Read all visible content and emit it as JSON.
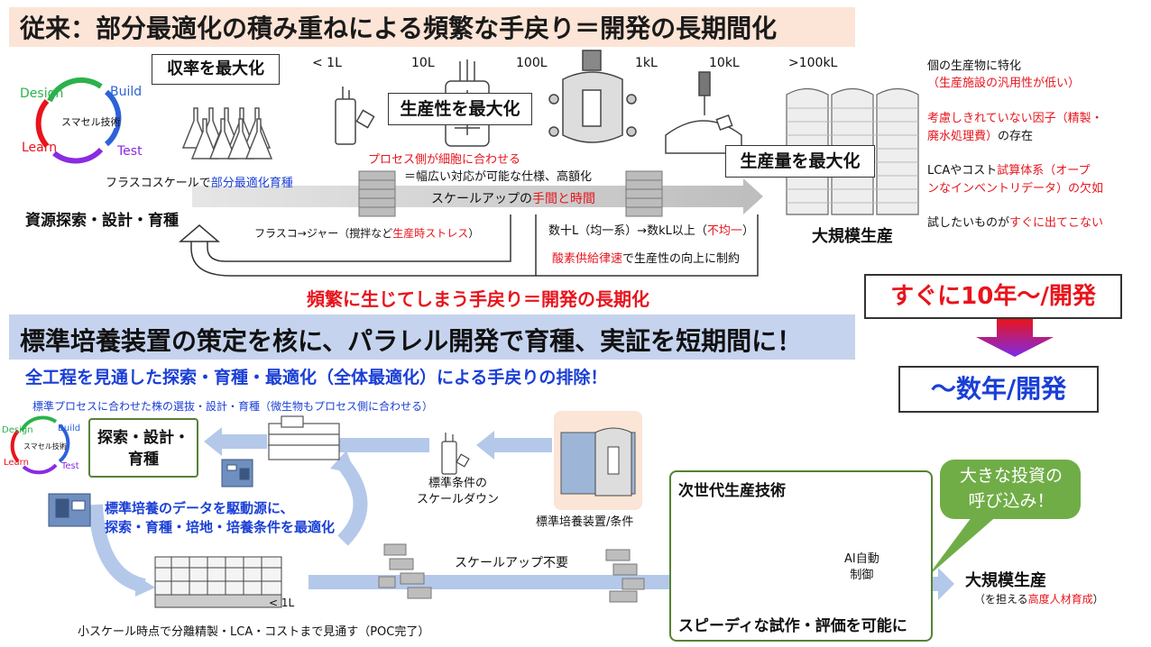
{
  "top": {
    "title": "従来：部分最適化の積み重ねによる頻繁な手戻り＝開発の長期間化",
    "dbtl": {
      "design": "Design",
      "build": "Build",
      "test": "Test",
      "learn": "Learn",
      "center": "スマセル技術"
    },
    "yield_box": "収率を最大化",
    "productivity_box": "生産性を最大化",
    "volume_box": "生産量を最大化",
    "scales": [
      "< 1L",
      "10L",
      "100L",
      "1kL",
      "10kL",
      ">100kL"
    ],
    "flask_label_a": "フラスコスケールで",
    "flask_label_b": "部分最適化育種",
    "resource_label": "資源探索・設計・育種",
    "process_red": "プロセス側が細胞に合わせる",
    "process_black": "＝幅広い対応が可能な仕様、高額化",
    "scaleup_a": "スケールアップの",
    "scaleup_b": "手間と時間",
    "flask_jar_a": "フラスコ→ジャー（撹拌など",
    "flask_jar_b": "生産時ストレス",
    "flask_jar_c": "）",
    "dozens_a": "数十L（均一系）→数kL以上（",
    "dozens_b": "不均一",
    "dozens_c": "）",
    "oxygen_a": "酸素供給律速",
    "oxygen_b": "で生産性の向上に制約",
    "big_production": "大規模生産",
    "frequent": "頻繁に生じてしまう手戻り＝開発の長期化",
    "notes": [
      {
        "a": "個の生産物に特化",
        "b": "（生産施設の汎用性が低い）"
      },
      {
        "a": "考慮しきれていない因子（精製・",
        "b": "廃水処理費）",
        "c": "の存在"
      },
      {
        "a": "LCAやコスト",
        "b": "試算体系（オープ",
        "c": "ンなインベントリデータ）の欠如"
      },
      {
        "a": "試したいものが",
        "b": "すぐに出てこない"
      }
    ]
  },
  "right": {
    "before": "すぐに10年〜/開発",
    "after": "〜数年/開発"
  },
  "bottom": {
    "title": "標準培養装置の策定を核に、パラレル開発で育種、実証を短期間に！",
    "subtitle": "全工程を見通した探索・育種・最適化（全体最適化）による手戻りの排除！",
    "strain_note": "標準プロセスに合わせた株の選抜・設計・育種（微生物もプロセス側に合わせる）",
    "dbtl": {
      "design": "Design",
      "build": "Build",
      "test": "Test",
      "learn": "Learn",
      "center": "スマセル技術"
    },
    "search_box": [
      "探索・設計・",
      "育種"
    ],
    "std_data": [
      "標準培養のデータを駆動源に、",
      "探索・育種・培地・培養条件を最適化"
    ],
    "std_cond": [
      "標準条件の",
      "スケールダウン"
    ],
    "std_device": "標準培養装置/条件",
    "small_scale": "< 1L",
    "small_scale_note": "小スケール時点で分離精製・LCA・コストまで見通す（POC完了）",
    "no_scaleup": "スケールアップ不要",
    "next_gen": "次世代生産技術",
    "ai": [
      "AI自動",
      "制御"
    ],
    "speedy": "スピーディな試作・評価を可能に",
    "invest": [
      "大きな投資の",
      "呼び込み！"
    ],
    "big_prod": "大規模生産",
    "talent_a": "（を担える",
    "talent_b": "高度人材育成",
    "talent_c": "）"
  },
  "colors": {
    "red": "#e8141c",
    "blue": "#1a3fd6",
    "arrow_blue": "#b4c8ea",
    "green": "#548235",
    "green_fill": "#70ad47",
    "orange_band": "#fce4d6",
    "blue_band": "#c5d3ee"
  }
}
